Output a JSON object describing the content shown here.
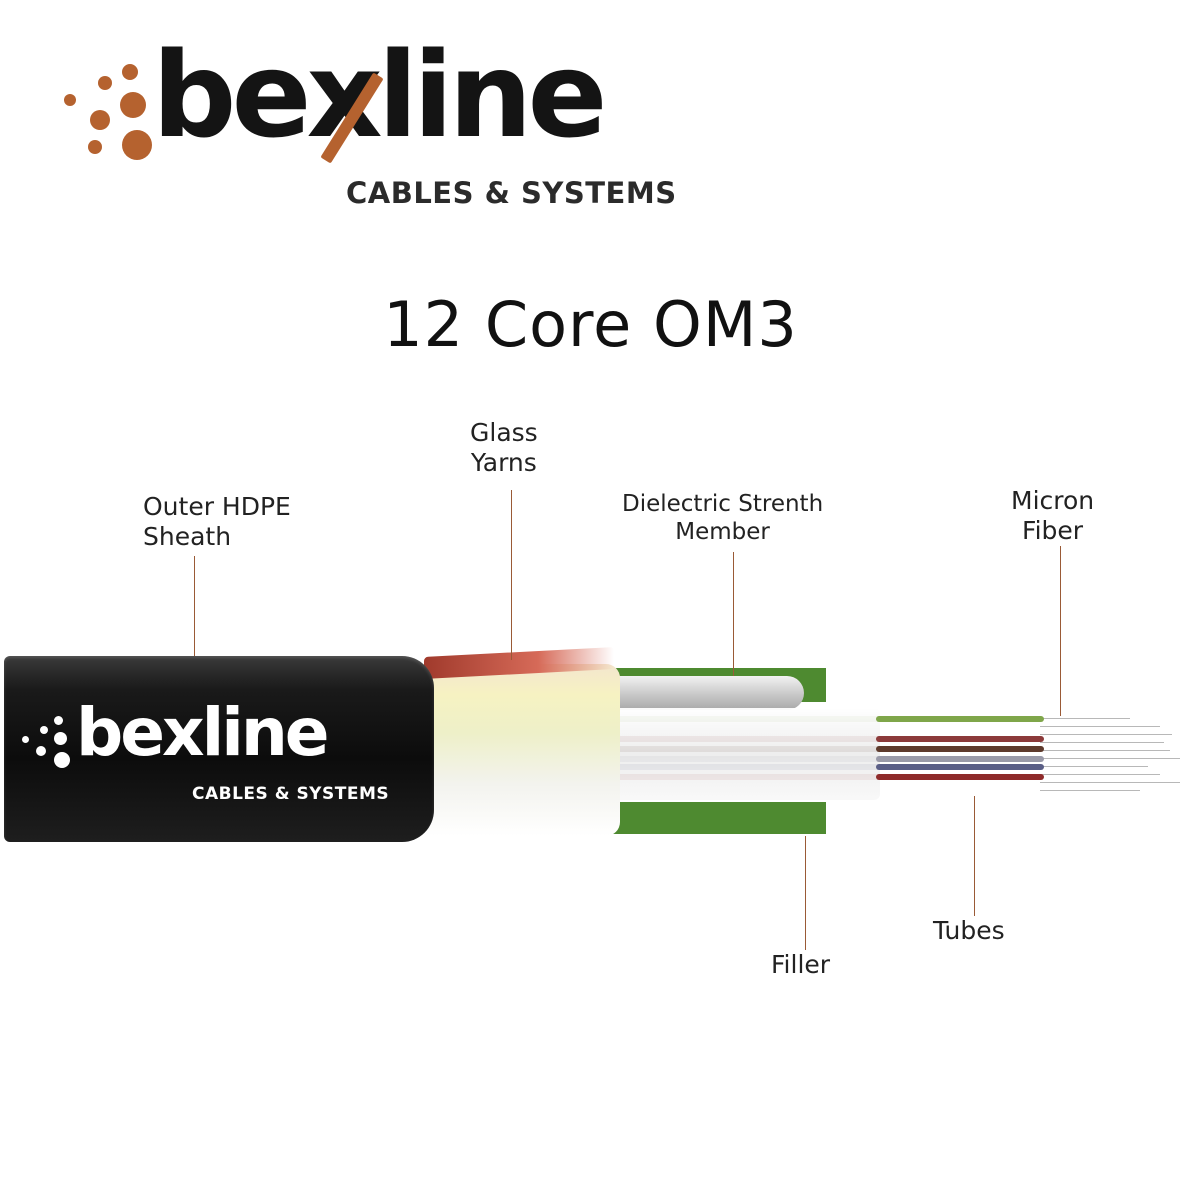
{
  "brand": {
    "wordmark": "bexline",
    "tagline": "CABLES & SYSTEMS",
    "accent_color": "#b5622f"
  },
  "title": "12 Core OM3",
  "labels": {
    "outer_sheath": "Outer HDPE\nSheath",
    "glass_yarns": "Glass\nYarns",
    "strength_member": "Dielectric Strenth\nMember",
    "micron_fiber": "Micron\nFiber",
    "filler": "Filler",
    "tubes": "Tubes"
  },
  "colors": {
    "sheath": "#0c0c0c",
    "filler": "#4e8a30",
    "leader_line": "#9a5a36"
  }
}
